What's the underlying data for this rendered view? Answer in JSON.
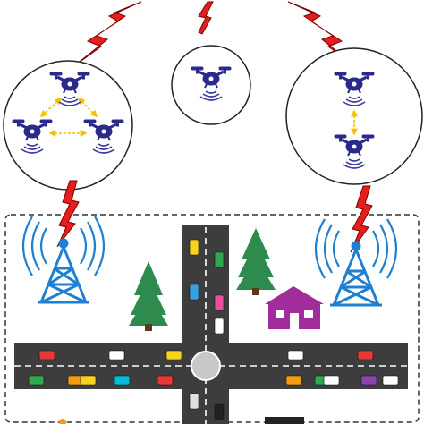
{
  "diagram": {
    "clusters": [
      {
        "id": "swarm-left",
        "drones": 3,
        "links": "triangle"
      },
      {
        "id": "single-center",
        "drones": 1,
        "links": "none"
      },
      {
        "id": "pair-right",
        "drones": 2,
        "links": "vertical"
      }
    ],
    "towers": 2,
    "trees": 2,
    "houses": 1,
    "roundabout": 1
  },
  "colors": {
    "drone": "#2a2a8c",
    "drone_waves": "#3a3aa0",
    "link_arrow": "#f2c200",
    "lightning_fill": "#e51d1d",
    "lightning_stroke": "#7a0000",
    "tower": "#1f7fd0",
    "tree": "#2f8a4e",
    "house": "#a12d9a",
    "road": "#3d3d3d",
    "lane_marking": "#ffffff",
    "roundabout": "#c8c8c8",
    "border": "#333333"
  },
  "vehicles": {
    "vertical_road": [
      "#f7d21e",
      "#2fa84f",
      "#3aa0e0",
      "#e94ea0",
      "#ffffff",
      "#e0e0e0",
      "#222222"
    ],
    "horizontal_road": [
      "#e53935",
      "#f39c12",
      "#ffffff",
      "#e53935",
      "#2fa84f",
      "#f7d21e",
      "#00bcd4",
      "#f39c12",
      "#2fa84f",
      "#ffffff",
      "#ffffff",
      "#e53935",
      "#8e44ad",
      "#ffffff",
      "#f7d21e"
    ]
  },
  "icons": [
    "drone-icon",
    "signal-waves-icon",
    "lightning-icon",
    "cell-tower-icon",
    "pine-tree-icon",
    "house-icon",
    "car-icon"
  ]
}
